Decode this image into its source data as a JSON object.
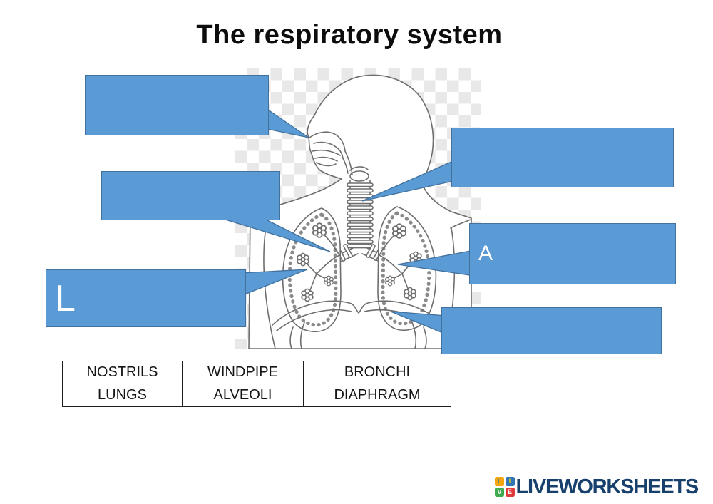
{
  "title": "The respiratory system",
  "callouts": {
    "nostrils": {
      "label": ""
    },
    "bronchi": {
      "label": ""
    },
    "windpipe": {
      "label": ""
    },
    "alveoli": {
      "label": "A"
    },
    "lungs": {
      "label": "L"
    },
    "diaphragm": {
      "label": ""
    }
  },
  "word_bank": {
    "rows": [
      [
        "NOSTRILS",
        "WINDPIPE",
        "BRONCHI"
      ],
      [
        "LUNGS",
        "ALVEOLI",
        "DIAPHRAGM"
      ]
    ]
  },
  "footer": {
    "logo_text": "LIVEWORKSHEETS",
    "tiles": [
      {
        "letter": "L",
        "bg": "#f2a50c",
        "fg": "#2f76b5"
      },
      {
        "letter": "I",
        "bg": "#2f76b5",
        "fg": "#f2d00c"
      },
      {
        "letter": "V",
        "bg": "#3faa4e",
        "fg": "#ffffff"
      },
      {
        "letter": "E",
        "bg": "#e03a3a",
        "fg": "#ffffff"
      }
    ]
  },
  "colors": {
    "callout_fill": "#5b9bd5",
    "callout_border": "#41719c",
    "logo_navy": "#17406d",
    "checker_gray": "#e8e8e8"
  }
}
